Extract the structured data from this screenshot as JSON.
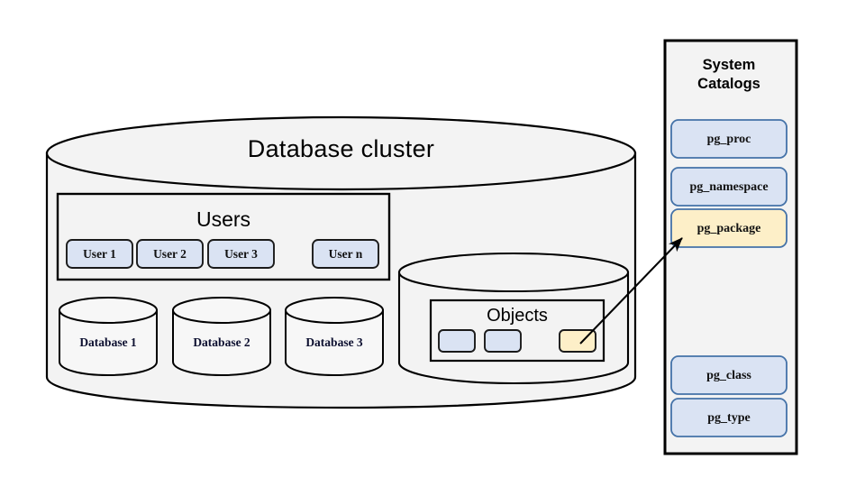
{
  "diagram": {
    "type": "architecture-diagram",
    "background_color": "#ffffff"
  },
  "cluster": {
    "title": "Database  cluster",
    "fill": "#f3f3f3",
    "stroke": "#000000"
  },
  "users": {
    "title": "Users",
    "box_fill": "#dae3f3",
    "box_stroke": "#1a1a1a",
    "items": [
      {
        "label": "User 1"
      },
      {
        "label": "User 2"
      },
      {
        "label": "User 3"
      },
      {
        "label": "User n"
      }
    ]
  },
  "databases": [
    {
      "label": "Database 1"
    },
    {
      "label": "Database 2"
    },
    {
      "label": "Database 3"
    }
  ],
  "objects": {
    "title": "Objects",
    "items": [
      {
        "name": "object-box-1",
        "highlighted": false,
        "fill": "#dae3f3"
      },
      {
        "name": "object-box-2",
        "highlighted": false,
        "fill": "#dae3f3"
      },
      {
        "name": "object-box-highlighted",
        "highlighted": true,
        "fill": "#fdefc8"
      }
    ]
  },
  "system_catalogs": {
    "title_line1": "System",
    "title_line2": "Catalogs",
    "panel_fill": "#f3f3f3",
    "panel_stroke": "#000000",
    "accent_blue_fill": "#dae3f3",
    "accent_blue_stroke": "#4472a8",
    "accent_yellow_fill": "#fdefc8",
    "accent_yellow_stroke": "#bf9f60",
    "items": [
      {
        "label": "pg_proc",
        "highlighted": false
      },
      {
        "label": "pg_namespace",
        "highlighted": false
      },
      {
        "label": "pg_package",
        "highlighted": true
      },
      {
        "label": "pg_class",
        "highlighted": false
      },
      {
        "label": "pg_type",
        "highlighted": false
      }
    ]
  },
  "connector": {
    "name": "object-to-pg-package-arrow",
    "from": "object-box-highlighted",
    "to": "pg_package",
    "stroke": "#000000"
  }
}
